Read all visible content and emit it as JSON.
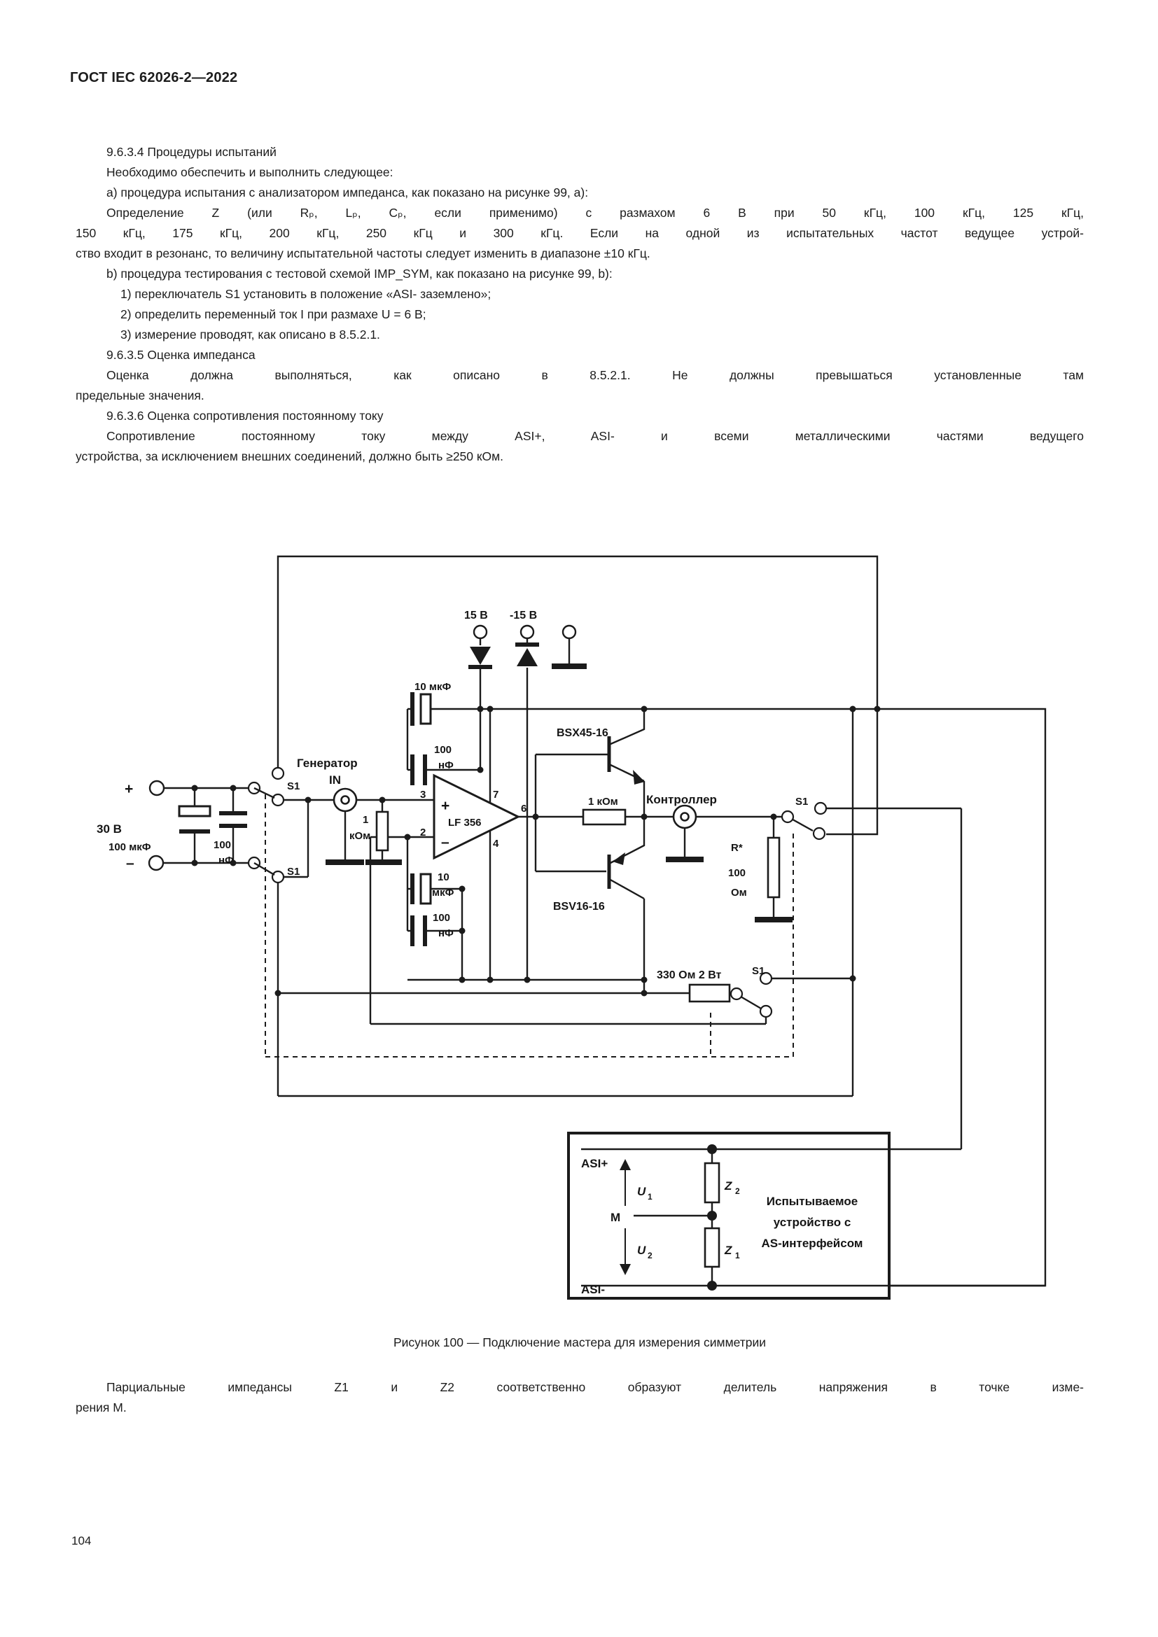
{
  "header": {
    "title": "ГОСТ IEC 62026-2—2022"
  },
  "body_lines": [
    {
      "t": "9.6.3.4 Процедуры испытаний"
    },
    {
      "t": "Необходимо обеспечить и выполнить следующее:"
    },
    {
      "t": "а) процедура испытания с анализатором импеданса, как показано на рисунке 99, а):"
    },
    {
      "t": "Определение Z (или Rₚ, Lₚ, Cₚ, если применимо) с размахом 6 В при 50 кГц, 100 кГц, 125 кГц,"
    },
    {
      "t": "150 кГц, 175 кГц, 200 кГц, 250 кГц и 300 кГц. Если на одной из испытательных частот ведущее устрой-"
    },
    {
      "t": "ство входит в резонанс, то величину испытательной частоты следует изменить в диапазоне ±10 кГц."
    },
    {
      "t": "b) процедура тестирования с тестовой схемой IMP_SYM, как показано на рисунке 99, b):"
    },
    {
      "t": "1) переключатель S1 установить в положение «ASI- заземлено»;"
    },
    {
      "t": "2) определить переменный ток I при размахе U = 6 В;"
    },
    {
      "t": "3) измерение проводят, как описано в 8.5.2.1."
    },
    {
      "t": "9.6.3.5 Оценка импеданса"
    },
    {
      "t": "Оценка должна выполняться, как описано в 8.5.2.1. Не должны превышаться установленные там"
    },
    {
      "t": "предельные значения."
    },
    {
      "t": "9.6.3.6 Оценка сопротивления постоянному току"
    },
    {
      "t": "Сопротивление постоянному току между ASI+, ASI- и всеми металлическими частями ведущего"
    },
    {
      "t": "устройства, за исключением внешних соединений, должно быть ≥250 кОм."
    }
  ],
  "figure": {
    "labels": {
      "v15": "15 В",
      "vm15": "-15 В",
      "c10uf_top": "10 мкФ",
      "c100_top": "100",
      "nf_top": "нФ",
      "gen": "Генератор",
      "gen_in": "IN",
      "r1k_a": "1",
      "r1k_b": "кОм",
      "pin3": "3",
      "pin2": "2",
      "pin7": "7",
      "pin4": "4",
      "pin6": "6",
      "op_plus": "+",
      "op_minus": "–",
      "opamp": "LF 356",
      "bsx": "BSX45-16",
      "bsv": "BSV16-16",
      "r1kom": "1 кОм",
      "controller": "Контроллер",
      "c10_b1": "10",
      "c10_b2": "мкФ",
      "c100_b1": "100",
      "c100_b2": "нФ",
      "plus_term": "+",
      "minus_term": "–",
      "v30": "30 В",
      "c100uf": "100 мкФ",
      "c100nf_a": "100",
      "c100nf_b": "нФ",
      "s1": "S1",
      "rstar_a": "R*",
      "rstar_b": "100",
      "rstar_c": "Ом",
      "r330": "330 Ом 2 Вт",
      "asip": "ASI+",
      "asim": "ASI-",
      "m": "M",
      "u": "U",
      "u1s": "1",
      "u2s": "2",
      "z": "Z",
      "z1s": "1",
      "z2s": "2",
      "dut1": "Испытываемое",
      "dut2": "устройство с",
      "dut3": "AS-интерфейсом"
    },
    "caption": "Рисунок 100 — Подключение мастера для измерения симметрии"
  },
  "bottom_lines": [
    {
      "t": "Парциальные импедансы Z1 и Z2 соответственно образуют делитель напряжения в точке изме-"
    },
    {
      "t": "рения М."
    }
  ],
  "page_number": "104"
}
